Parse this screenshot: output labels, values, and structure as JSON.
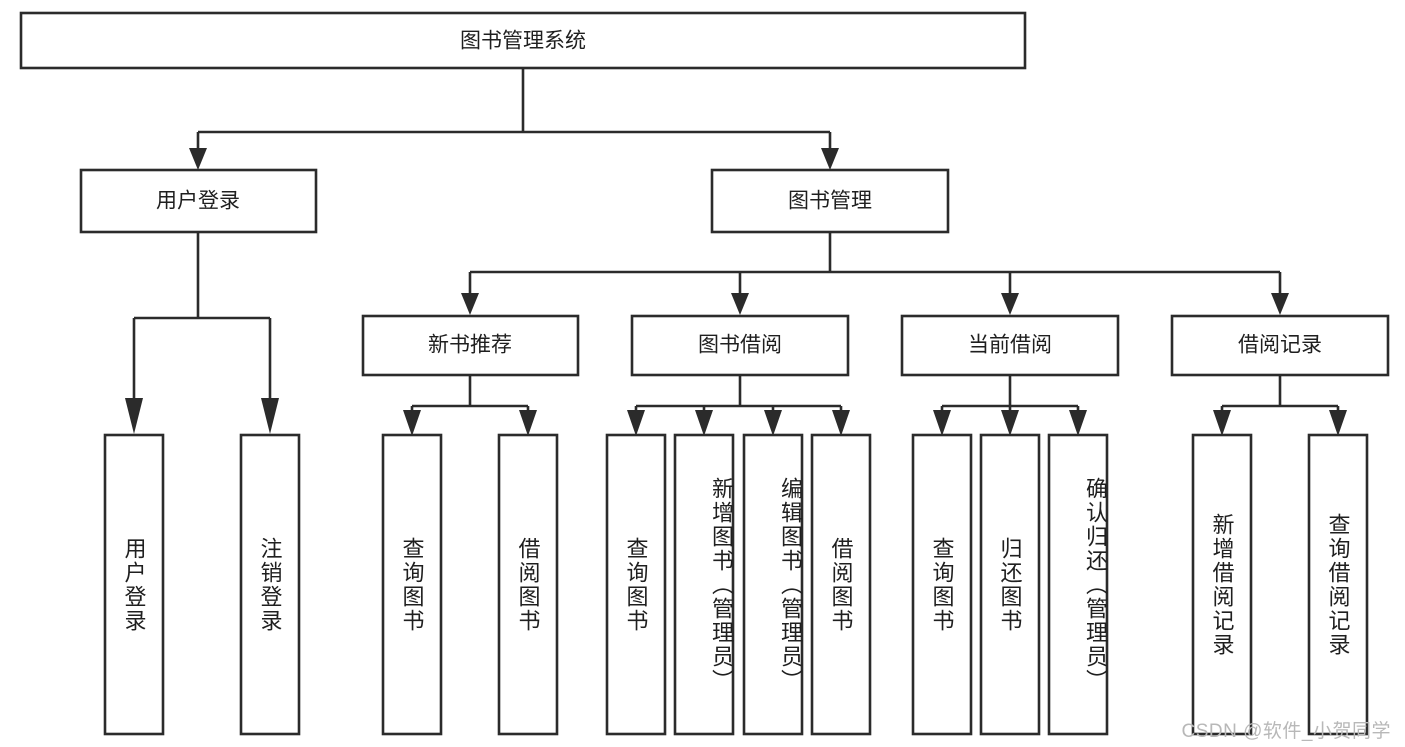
{
  "diagram": {
    "title": "图书管理系统",
    "type": "tree-hierarchy-diagram",
    "root": {
      "label": "图书管理系统"
    },
    "level2": [
      {
        "label": "用户登录"
      },
      {
        "label": "图书管理"
      }
    ],
    "level3": [
      {
        "label": "新书推荐"
      },
      {
        "label": "图书借阅"
      },
      {
        "label": "当前借阅"
      },
      {
        "label": "借阅记录"
      }
    ],
    "leaves": {
      "user_login": [
        {
          "label": "用户登录"
        },
        {
          "label": "注销登录"
        }
      ],
      "new_book_recommend": [
        {
          "label": "查询图书"
        },
        {
          "label": "借阅图书"
        }
      ],
      "book_borrow": [
        {
          "label": "查询图书"
        },
        {
          "label": "新增图书（管理员）"
        },
        {
          "label": "编辑图书（管理员）"
        },
        {
          "label": "借阅图书"
        }
      ],
      "current_borrow": [
        {
          "label": "查询图书"
        },
        {
          "label": "归还图书"
        },
        {
          "label": "确认归还（管理员）"
        }
      ],
      "borrow_record": [
        {
          "label": "新增借阅记录"
        },
        {
          "label": "查询借阅记录"
        }
      ]
    },
    "colors": {
      "stroke": "#2b2b2b",
      "fill": "#ffffff",
      "text": "#1f1f1f",
      "watermark": "#b8b8b8"
    }
  },
  "watermark": {
    "text": "CSDN @软件_小贺同学"
  }
}
